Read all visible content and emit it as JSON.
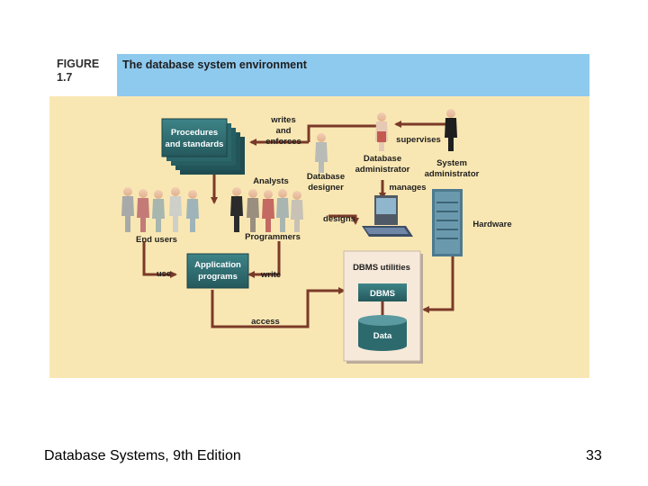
{
  "figure": {
    "label_line1": "FIGURE",
    "label_line2": "1.7",
    "title": "The database system environment"
  },
  "diagram": {
    "procedures_box": {
      "line1": "Procedures",
      "line2": "and standards"
    },
    "application_box": {
      "line1": "Application",
      "line2": "programs"
    },
    "dbms_utilities": "DBMS utilities",
    "dbms": "DBMS",
    "data": "Data",
    "edges": {
      "writes_enforces": [
        "writes",
        "and",
        "enforces"
      ],
      "supervises": "supervises",
      "manages": "manages",
      "designs": "designs",
      "use": "use",
      "write": "write",
      "access": "access"
    },
    "roles": {
      "analysts": "Analysts",
      "database_designer": [
        "Database",
        "designer"
      ],
      "database_administrator": [
        "Database",
        "administrator"
      ],
      "system_administrator": [
        "System",
        "administrator"
      ],
      "end_users": "End users",
      "programmers": "Programmers",
      "hardware": "Hardware"
    },
    "colors": {
      "arrow": "#7a3a28",
      "teal_box": "#2f6f74",
      "figure_bg": "#f9e7b3",
      "header_bg": "#8ec9ee"
    }
  },
  "footer": {
    "text": "Database Systems, 9th Edition",
    "page_number": "33"
  }
}
